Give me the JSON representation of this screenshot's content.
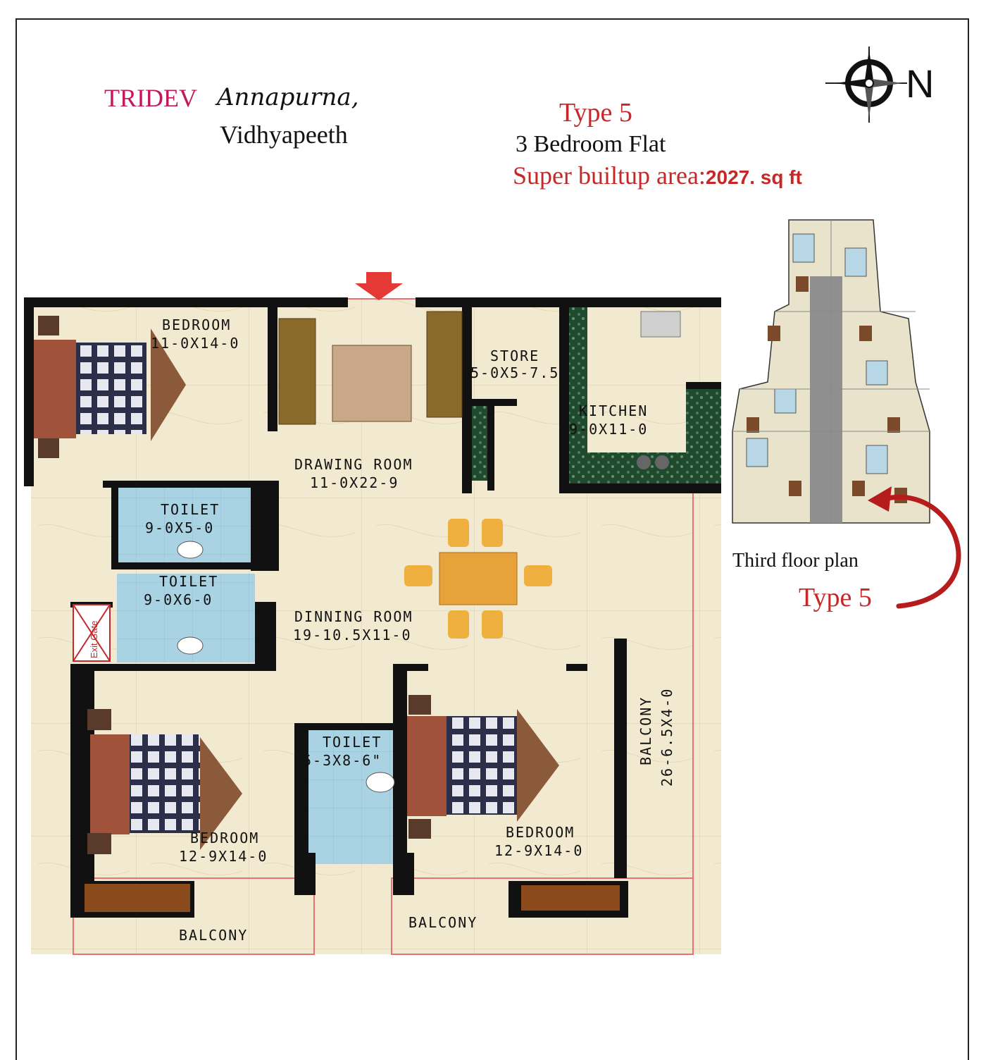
{
  "header": {
    "brand": "TRIDEV",
    "project": "Annapurna,",
    "location": "Vidhyapeeth"
  },
  "unit": {
    "type": "Type 5",
    "config": "3 Bedroom Flat",
    "area_label": "Super builtup area:",
    "area_value": "2027. sq ft"
  },
  "compass": {
    "letter": "N",
    "icon": "compass-rose-icon"
  },
  "rooms": {
    "bedroom_top": {
      "name": "BEDROOM",
      "dim": "11-0X14-0"
    },
    "drawing": {
      "name": "DRAWING ROOM",
      "dim": "11-0X22-9"
    },
    "store": {
      "name": "STORE",
      "dim": "5-0X5-7.5"
    },
    "kitchen": {
      "name": "KITCHEN",
      "dim": "9-0X11-0"
    },
    "toilet1": {
      "name": "TOILET",
      "dim": "9-0X5-0"
    },
    "toilet2": {
      "name": "TOILET",
      "dim": "9-0X6-0"
    },
    "dining": {
      "name": "DINNING ROOM",
      "dim": "19-10.5X11-0"
    },
    "toilet3": {
      "name": "TOILET",
      "dim": "5-3X8-6\""
    },
    "bedroom_left": {
      "name": "BEDROOM",
      "dim": "12-9X14-0"
    },
    "bedroom_right": {
      "name": "BEDROOM",
      "dim": "12-9X14-0"
    },
    "balcony_side": {
      "name": "BALCONY",
      "dim": "26-6.5X4-0"
    },
    "balcony_left": {
      "name": "BALCONY"
    },
    "balcony_right": {
      "name": "BALCONY"
    },
    "exit": "Exit Gate"
  },
  "inset": {
    "caption": "Third floor plan",
    "type_label": "Type 5"
  },
  "colors": {
    "brand": "#c2185b",
    "accent_red": "#c62828",
    "floor": "#f1ead0",
    "wall": "#111111",
    "toilet": "#a9d3e3",
    "kitchen": "#1f4a2e"
  }
}
